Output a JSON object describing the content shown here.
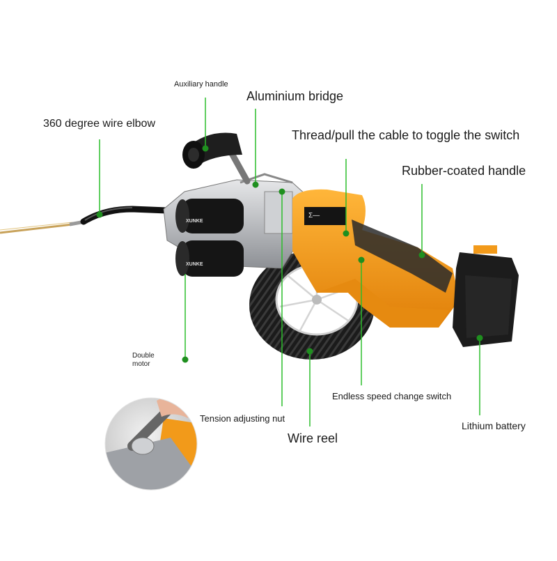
{
  "colors": {
    "callout_line": "#2bbd2b",
    "callout_dot": "#1f8f1f",
    "tool_orange": "#f29a1a",
    "tool_black": "#1c1c1c",
    "metal": "#b9bcc0",
    "cable": "#c8a25a"
  },
  "callouts": {
    "auxiliary_handle": "Auxiliary handle",
    "aluminium_bridge": "Aluminium bridge",
    "wire_elbow": "360 degree wire elbow",
    "toggle_switch": "Thread/pull the cable to toggle the switch",
    "rubber_handle": "Rubber-coated handle",
    "double_motor_line1": "Double",
    "double_motor_line2": "motor",
    "speed_switch": "Endless speed change switch",
    "tension_nut": "Tension adjusting nut",
    "wire_reel": "Wire reel",
    "lithium_battery": "Lithium battery"
  },
  "product_markings": {
    "motor_badge": "XUNKE",
    "body_symbol": "Σ—"
  }
}
